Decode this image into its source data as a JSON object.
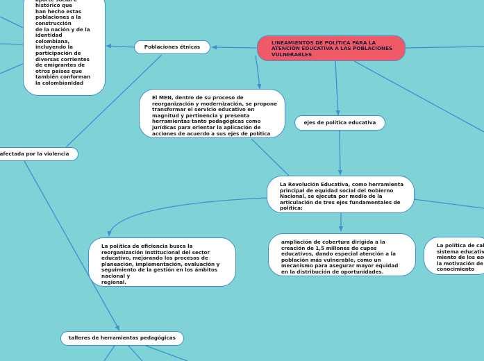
{
  "central": {
    "text": "LINEAMIENTOS DE POLÍTICA PARA LA\nATENCIÓN EDUCATIVA A LAS POBLACIONES\nVULNERABLES"
  },
  "nodes": {
    "aporte_social": "Hay que destacar el\naporte social e\nhistórico que\nhan hecho estas\npoblaciones a la\nconstrucción\nde la nación y de la\nidentidad\ncolombiana,\nincluyendo la\nparticipación de\ndiversas corrientes\nde emigrantes de\notros países que\ntambién conforman\nla colombianidad",
    "poblaciones_etnicas": "Poblaciones étnicas",
    "men_proceso": "El MEN, dentro de su proceso de\nreorganización y modernización, se propone\ntransformar el servicio educativo en\nmagnitud y pertinencia y presenta\nherramientas tanto pedagógicas como\njurídicas para orientar la aplicación de\nacciones de acuerdo a sus ejes de política",
    "ejes_politica": "ejes de política educativa",
    "afectada_violencia": "afectada por la violencia",
    "revolucion_educativa": "La Revolución Educativa, como herramienta\nprincipal de equidad social del Gobierno\nNacional, se ejecuta por medio de la\narticulación de tres ejes fundamentales de\npolítica:",
    "politica_eficiencia": "La política de eficiencia busca la\nreorganización institucional del sector\neducativo, mejorando los procesos de\nplaneación, implementación, evaluación y\nseguimiento de la gestión en los  ámbitos\nnacional y\n regional.",
    "ampliacion_cobertura": "ampliación de cobertura dirigida a la\ncreación de 1,5 millones de cupos\neducativos, dando especial atención a la\npoblación más vulnerable, como un\nmecanismo para asegurar mayor equidad\nen la distribución de oportunidades.",
    "politica_calidad": "La política de cali\nsistema educative\nmiento de los esq\nla motivación de\nconocimiento",
    "talleres": "talleres de herramientas pedagógicas"
  },
  "colors": {
    "background": "#7fd2d6",
    "central_fill": "#f05a66",
    "node_fill": "#ffffff",
    "link": "#3f8fd1"
  }
}
